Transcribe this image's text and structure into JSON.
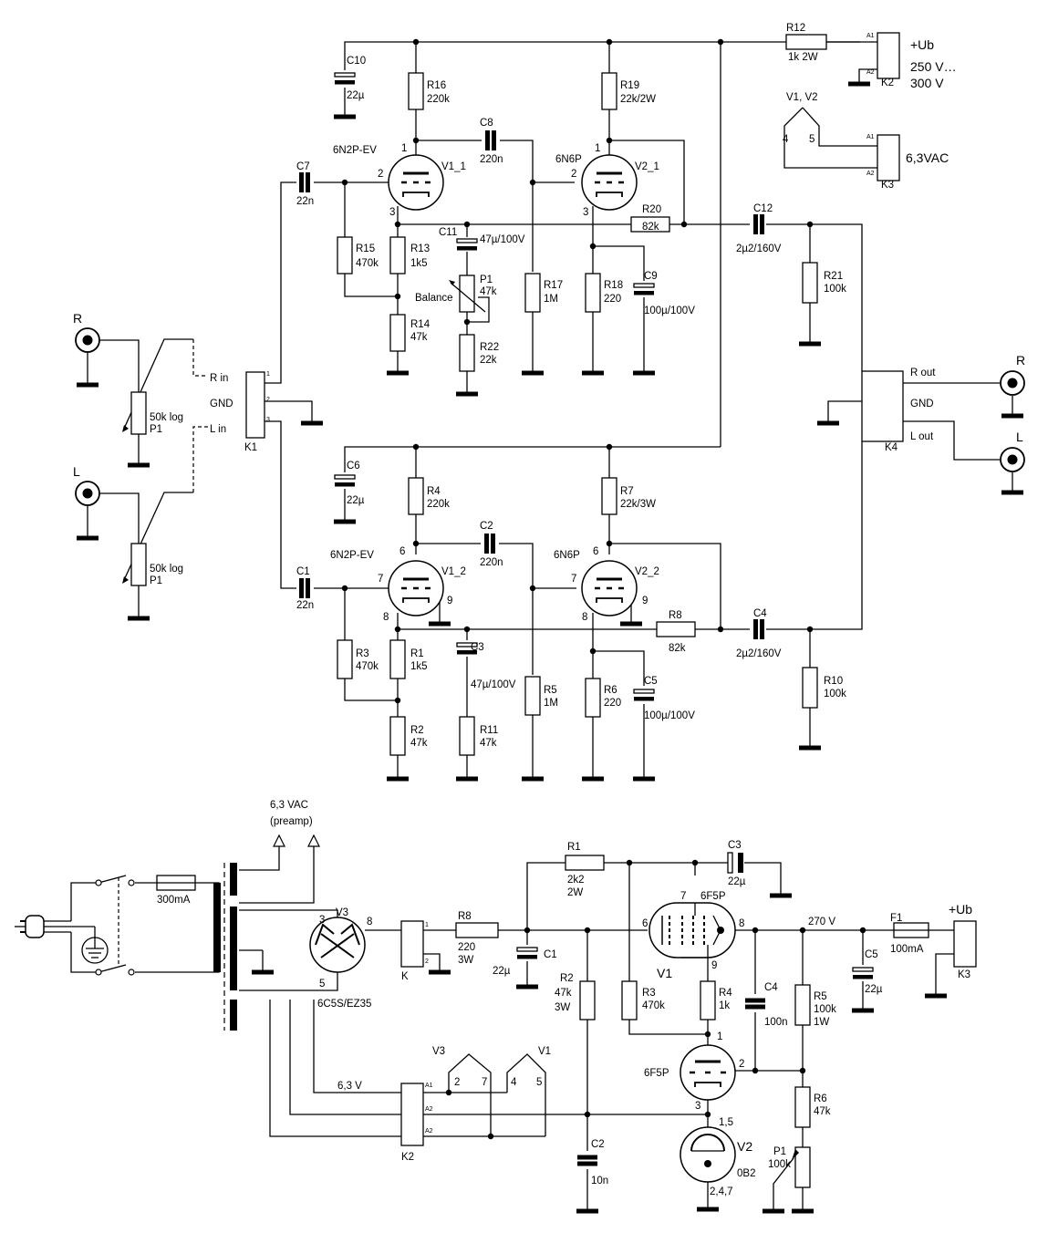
{
  "labels": {
    "r12": "R12",
    "r12v": "1k 2W",
    "ub": "+Ub",
    "ubv1": "250 V…",
    "ubv2": "300 V",
    "k2": "K2",
    "k3": "K3",
    "k1": "K1",
    "k4": "K4",
    "a1": "A1",
    "a2": "A2",
    "v1v2": "V1, V2",
    "pin4": "4",
    "pin5": "5",
    "vac": "6,3VAC",
    "c10": "C10",
    "c10v": "22µ",
    "r16": "R16",
    "r16v": "220k",
    "r19": "R19",
    "r19v": "22k/2W",
    "c8": "C8",
    "c8v": "220n",
    "tube1": "6N2P-EV",
    "tube2": "6N6P",
    "v1_1": "V1_1",
    "v2_1": "V2_1",
    "n1": "1",
    "n2": "2",
    "n3": "3",
    "c7": "C7",
    "c7v": "22n",
    "r20": "R20",
    "r20v": "82k",
    "c12": "C12",
    "c12v": "2µ2/160V",
    "c11": "C11",
    "c11v": "47µ/100V",
    "r15": "R15",
    "r15v": "470k",
    "r13": "R13",
    "r13v": "1k5",
    "p1": "P1",
    "p1v": "47k",
    "balance": "Balance",
    "r17": "R17",
    "r17v": "1M",
    "r18": "R18",
    "r18v": "220",
    "c9": "C9",
    "c9v": "100µ/100V",
    "r21": "R21",
    "r21v": "100k",
    "r14": "R14",
    "r14v": "47k",
    "r22": "R22",
    "r22v": "22k",
    "rIn": "R",
    "lIn": "L",
    "rin": "R in",
    "lin": "L in",
    "gnd": "GND",
    "pot": "50k log",
    "potP": "P1",
    "k1p1": "1",
    "k1p2": "2",
    "k1p3": "3",
    "rout": "R out",
    "lout": "L out",
    "gndOut": "GND",
    "rOut": "R",
    "lOut": "L",
    "c6": "C6",
    "c6v": "22µ",
    "r4": "R4",
    "r4v": "220k",
    "r7": "R7",
    "r7v": "22k/3W",
    "c2": "C2",
    "c2v": "220n",
    "v1_2": "V1_2",
    "v2_2": "V2_2",
    "n6": "6",
    "n7": "7",
    "n8": "8",
    "n9": "9",
    "c1": "C1",
    "c1v": "22n",
    "r8": "R8",
    "r8v": "82k",
    "c4": "C4",
    "c4v": "2µ2/160V",
    "r3": "R3",
    "r3v": "470k",
    "r1": "R1",
    "r1v": "1k5",
    "c3": "C3",
    "c3v": "47µ/100V",
    "r5": "R5",
    "r5v": "1M",
    "r6": "R6",
    "r6v": "220",
    "c5": "C5",
    "c5v": "100µ/100V",
    "r10": "R10",
    "r10v": "100k",
    "r2": "R2",
    "r2v": "47k",
    "r11": "R11",
    "r11v": "47k"
  },
  "psu": {
    "vac1": "6,3 VAC",
    "vac2": "(preamp)",
    "fuse": "300mA",
    "v3": "V3",
    "v3p3": "3",
    "v3p8": "8",
    "v3p5": "5",
    "v3type": "6C5S/EZ35",
    "k": "K",
    "kp1": "1",
    "kp2": "2",
    "r8": "R8",
    "r8v1": "220",
    "r8v2": "3W",
    "r1": "R1",
    "r1v1": "2k2",
    "r1v2": "2W",
    "c3": "C3",
    "c3v": "22µ",
    "c1": "C1",
    "c1v": "22µ",
    "v1p7": "7",
    "v1type": "6F5P",
    "v1p6": "6",
    "v1p8": "8",
    "v1p9": "9",
    "v1": "V1",
    "v270": "270 V",
    "f1": "F1",
    "f1v": "100mA",
    "ub": "+Ub",
    "k3": "K3",
    "c5": "C5",
    "c5v": "22µ",
    "r2": "R2",
    "r2v1": "47k",
    "r2v2": "3W",
    "r3": "R3",
    "r3v": "470k",
    "r4": "R4",
    "r4v": "1k",
    "c4": "C4",
    "c4v": "100n",
    "r5": "R5",
    "r5v1": "100k",
    "r5v2": "1W",
    "v2p1": "1",
    "v2type": "6F5P",
    "v2p2": "2",
    "v2p3": "3",
    "r6": "R6",
    "r6v": "47k",
    "v6": "6,3 V",
    "hv3": "V3",
    "hv1": "V1",
    "h2": "2",
    "h7": "7",
    "h4": "4",
    "h5": "5",
    "k2": "K2",
    "ka1": "A1",
    "ka2": "A2",
    "ka3": "A2",
    "c2": "C2",
    "c2v": "10n",
    "v2p15": "1,5",
    "v2": "V2",
    "v2ref": "0B2",
    "v2p247": "2,4,7",
    "p1": "P1",
    "p1v": "100k"
  }
}
